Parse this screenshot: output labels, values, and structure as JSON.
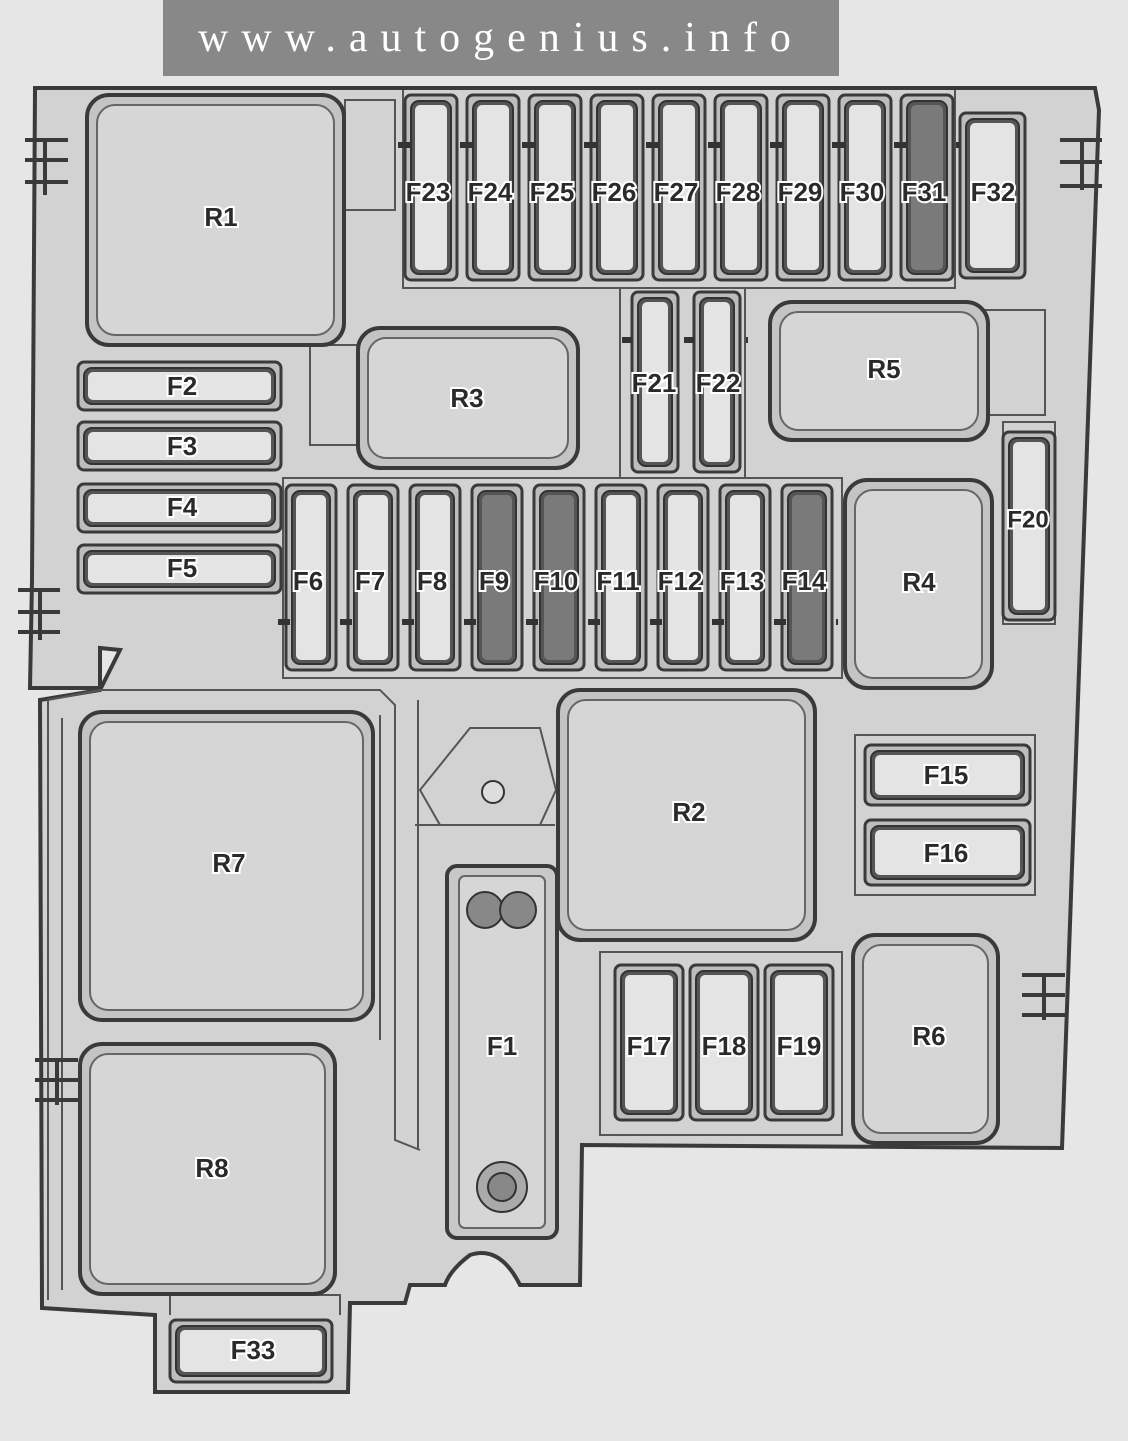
{
  "watermark": "www.autogenius.info",
  "colors": {
    "background": "#e6e6e6",
    "banner": "#888888",
    "housing_fill": "#d2d2d2",
    "housing_stroke": "#3a3a3a",
    "component_fill": "#d6d6d6",
    "component_stroke": "#555555",
    "fuse_fill": "#e4e4e4",
    "fuse_dark_fill": "#7a7a7a"
  },
  "relays": [
    "R1",
    "R2",
    "R3",
    "R4",
    "R5",
    "R6",
    "R7",
    "R8"
  ],
  "fuses": [
    "F1",
    "F2",
    "F3",
    "F4",
    "F5",
    "F6",
    "F7",
    "F8",
    "F9",
    "F10",
    "F11",
    "F12",
    "F13",
    "F14",
    "F15",
    "F16",
    "F17",
    "F18",
    "F19",
    "F20",
    "F21",
    "F22",
    "F23",
    "F24",
    "F25",
    "F26",
    "F27",
    "F28",
    "F29",
    "F30",
    "F31",
    "F32",
    "F33"
  ],
  "dark_fuses": [
    "F9",
    "F10",
    "F14",
    "F31"
  ]
}
